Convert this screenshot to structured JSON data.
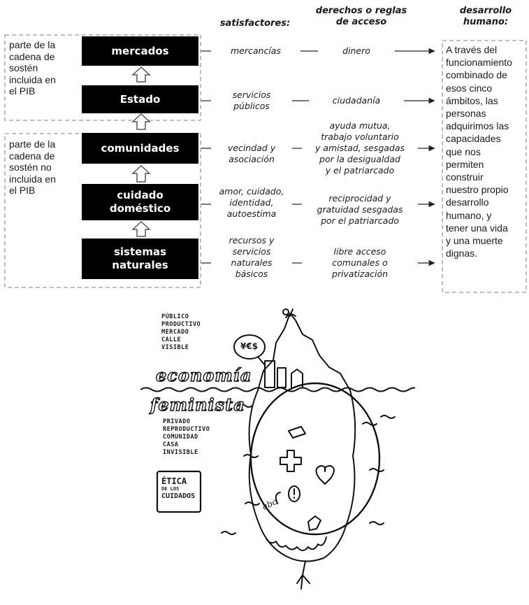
{
  "headers": {
    "satisfactores": "satisfactores:",
    "derechos": [
      "derechos o reglas",
      "de acceso"
    ],
    "desarrollo": [
      "desarrollo",
      "humano:"
    ]
  },
  "left_groups": [
    {
      "lines": [
        "parte de la",
        "cadena de",
        "sostén",
        "incluida en",
        "el PIB"
      ]
    },
    {
      "lines": [
        "parte de la",
        "cadena de",
        "sostén no",
        "incluida en",
        "el PIB"
      ]
    }
  ],
  "spheres": [
    {
      "label": [
        "mercados"
      ],
      "satisfactor": [
        "mercancías"
      ],
      "access": [
        "dinero"
      ]
    },
    {
      "label": [
        "Estado"
      ],
      "satisfactor": [
        "servicios",
        "públicos"
      ],
      "access": [
        "ciudadanía"
      ]
    },
    {
      "label": [
        "comunidades"
      ],
      "satisfactor": [
        "vecindad y",
        "asociación"
      ],
      "access": [
        "ayuda mutua,",
        "trabajo voluntario",
        "y amistad, sesgadas",
        "por la desigualdad",
        "y el patriarcado"
      ]
    },
    {
      "label": [
        "cuidado",
        "doméstico"
      ],
      "satisfactor": [
        "amor, cuidado,",
        "identidad,",
        "autoestima"
      ],
      "access": [
        "reciprocidad y",
        "gratuidad sesgadas",
        "por el patriarcado"
      ]
    },
    {
      "label": [
        "sistemas",
        "naturales"
      ],
      "satisfactor": [
        "recursos y",
        "servicios",
        "naturales",
        "básicos"
      ],
      "access": [
        "libre acceso",
        "comunales o",
        "privatización"
      ]
    }
  ],
  "human_development": [
    "A través del",
    "funcionamiento",
    "combinado de",
    "esos cinco",
    "ámbitos, las",
    "personas",
    "adquirimos las",
    "capacidades",
    "que nos",
    "permiten",
    "construir",
    "nuestro propio",
    "desarrollo",
    "humano, y",
    "tener una vida",
    "y una muerte",
    "dignas."
  ],
  "iceberg": {
    "top_words": [
      "PÚBLICO",
      "PRODUCTIVO",
      "MERCADO",
      "CALLE",
      "VISIBLE"
    ],
    "word1": "economía",
    "word2": "feminista",
    "bottom_words": [
      "PRIVADO",
      "REPRODUCTIVO",
      "COMUNIDAD",
      "CASA",
      "INVISIBLE"
    ],
    "ethics": [
      "ÉTICA",
      "DE LOS",
      "CUIDADOS"
    ],
    "money_bubble": "¥€$",
    "abc": "abc"
  }
}
